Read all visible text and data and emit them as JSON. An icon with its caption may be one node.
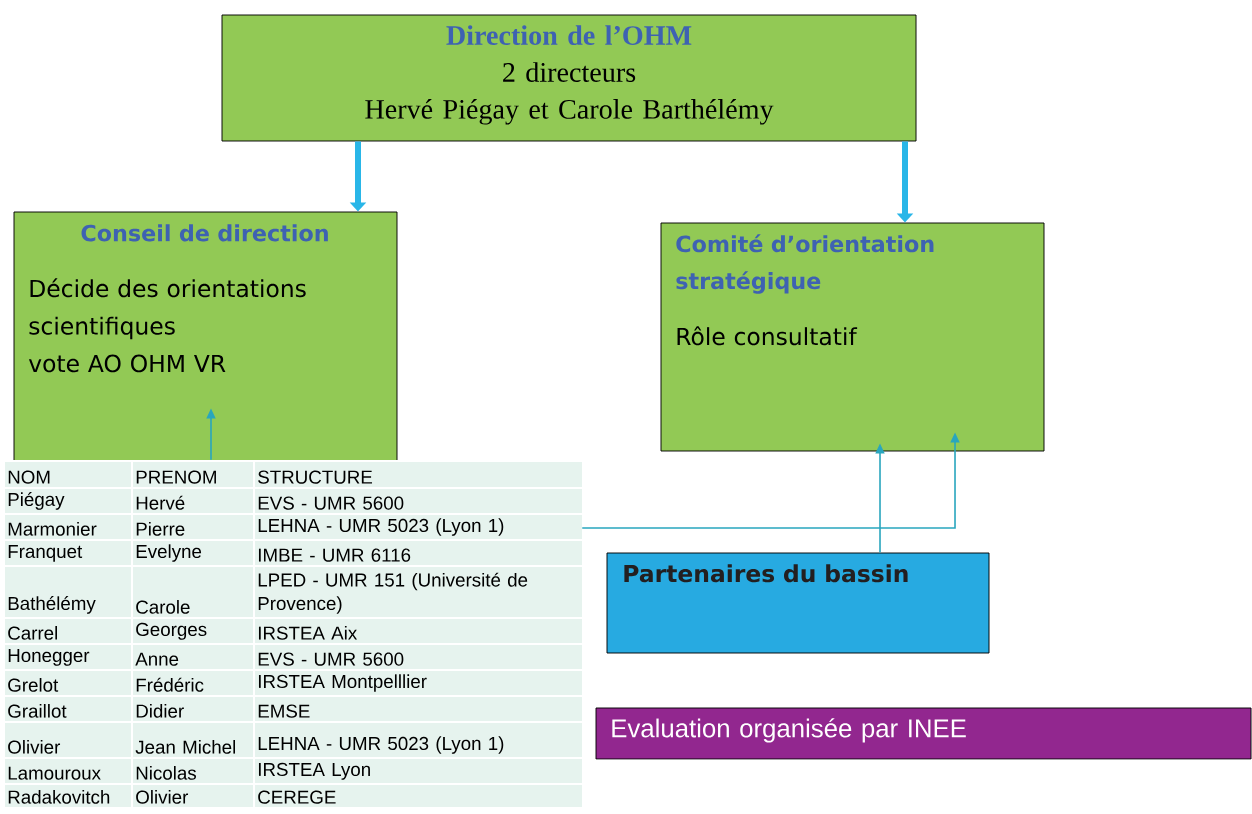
{
  "diagram": {
    "nodes": [
      {
        "text": [
          "Direction de l’OHM",
          "2 directeurs",
          "Hervé Piégay et Carole Barthélémy"
        ]
      },
      {
        "text": [
          "Conseil de direction",
          "Décide des orientations scientifiques",
          "vote AO OHM VR"
        ]
      },
      {
        "text": [
          "Comité d’orientation stratégique",
          "Rôle consultatif"
        ]
      },
      {
        "text": [
          "NOM",
          "PRENOM",
          "STRUCTURE",
          "Piégay",
          "Hervé",
          "EVS - UMR 5600",
          "Marmonier",
          "Pierre",
          "LEHNA - UMR 5023 (Lyon 1)",
          "Franquet",
          "Evelyne",
          "IMBE - UMR 6116",
          "Bathélémy",
          "Carole",
          "LPED - UMR 151 (Université de Provence)",
          "Carrel",
          "Georges",
          "IRSTEA Aix",
          "Honegger",
          "Anne",
          "EVS - UMR 5600",
          "Grelot",
          "Frédéric",
          "IRSTEA Montpelllier",
          "Graillot",
          "Didier",
          "EMSE",
          "Olivier",
          "Jean Michel",
          "LEHNA - UMR 5023 (Lyon 1)",
          "Lamouroux",
          "Nicolas",
          "IRSTEA Lyon",
          "Radakovitch",
          "Olivier",
          "CEREGE"
        ]
      },
      {
        "text": [
          "Partenaires du bassin"
        ]
      },
      {
        "text": [
          "Evaluation organisée par INEE"
        ]
      }
    ],
    "edges": [
      {
        "from": 0,
        "to": 1,
        "arrow": "to",
        "style": "thick",
        "color": "#29b6e8"
      },
      {
        "from": 0,
        "to": 2,
        "arrow": "to",
        "style": "thick",
        "color": "#29b6e8"
      },
      {
        "from": 3,
        "to": 1,
        "arrow": "to"
      },
      {
        "from": 3,
        "to": 2,
        "arrow": "to"
      },
      {
        "from": 4,
        "to": 2,
        "arrow": "to"
      }
    ]
  }
}
